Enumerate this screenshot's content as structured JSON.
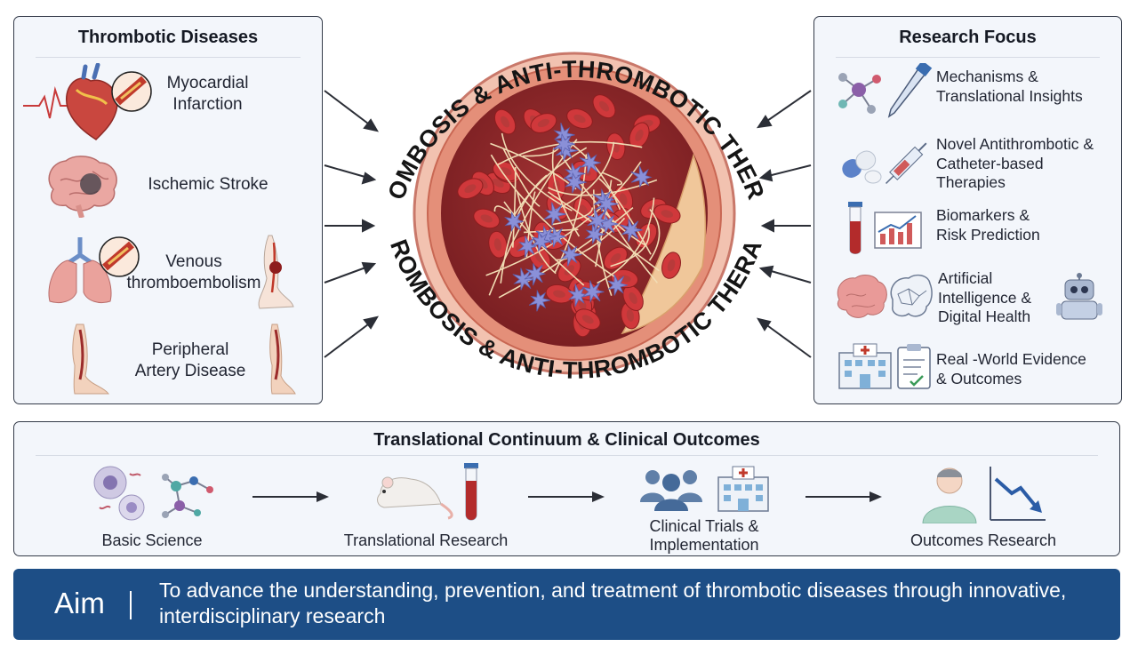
{
  "diagram_title": "THROMBOSIS & ANTI-THROMBOTIC THERAPY",
  "left_panel": {
    "title": "Thrombotic Diseases",
    "items": [
      {
        "label_line1": "Myocardial",
        "label_line2": "Infarction",
        "icon": "heart-icon"
      },
      {
        "label_line1": "Ischemic Stroke",
        "label_line2": "",
        "icon": "brain-icon"
      },
      {
        "label_line1": "Venous",
        "label_line2": "thromboembolism",
        "icon": "lungs-icon"
      },
      {
        "label_line1": "Peripheral",
        "label_line2": "Artery Disease",
        "icon": "leg-icon"
      }
    ]
  },
  "right_panel": {
    "title": "Research Focus",
    "items": [
      {
        "lines": [
          "Mechanisms &",
          "Translational Insights"
        ],
        "icon": "molecule-icon"
      },
      {
        "lines": [
          "Novel Antithrombotic &",
          "Catheter-based",
          "Therapies"
        ],
        "icon": "pill-syringe-icon"
      },
      {
        "lines": [
          "Biomarkers &",
          "Risk Prediction"
        ],
        "icon": "test-tube-chart-icon"
      },
      {
        "lines": [
          "Artificial",
          "Intelligence &",
          "Digital Health"
        ],
        "icon": "ai-brain-robot-icon"
      },
      {
        "lines": [
          "Real -World Evidence",
          "& Outcomes"
        ],
        "icon": "hospital-clipboard-icon"
      }
    ]
  },
  "bottom_panel": {
    "title": "Translational Continuum & Clinical Outcomes",
    "stages": [
      {
        "lines": [
          "Basic Science"
        ],
        "icon": "cells-molecule-icon"
      },
      {
        "lines": [
          "Translational Research"
        ],
        "icon": "mouse-tube-icon"
      },
      {
        "lines": [
          "Clinical Trials &",
          "Implementation"
        ],
        "icon": "people-hospital-icon"
      },
      {
        "lines": [
          "Outcomes Research"
        ],
        "icon": "patient-chart-icon"
      }
    ]
  },
  "aim": {
    "label": "Aim",
    "text": "To advance the understanding, prevention, and treatment of thrombotic diseases through innovative, interdisciplinary research"
  },
  "colors": {
    "banner": "#1d4e86",
    "vessel_wall": "#e7a18e",
    "blood": "#b83a3a",
    "platelet": "#8a90d8"
  }
}
